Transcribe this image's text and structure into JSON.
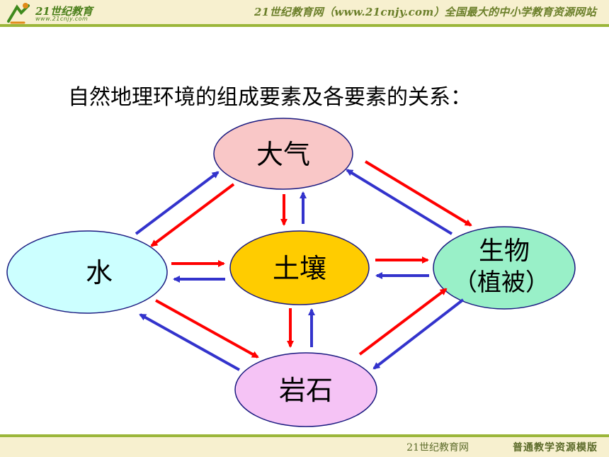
{
  "header": {
    "logo_main": "21世纪教育",
    "logo_sub": "www.21cnjy.com",
    "tagline": "21世纪教育网（www.21cnjy.com）全国最大的中小学教育资源网站"
  },
  "title": "自然地理环境的组成要素及各要素的关系：",
  "nodes": {
    "atmosphere": {
      "label": "大气",
      "fill": "#f9c7c7"
    },
    "soil": {
      "label": "土壤",
      "fill": "#ffcc00"
    },
    "water": {
      "label": "水",
      "fill": "#ccffff"
    },
    "biology": {
      "label_line1": "生物",
      "label_line2": "（植被）",
      "fill": "#99f0c8"
    },
    "rock": {
      "label": "岩石",
      "fill": "#f5c3f5"
    }
  },
  "colors": {
    "red_arrow": "#ff0000",
    "blue_arrow": "#3333cc"
  },
  "footer": {
    "left": "21世纪教育网",
    "right": "普通教学资源模版"
  }
}
